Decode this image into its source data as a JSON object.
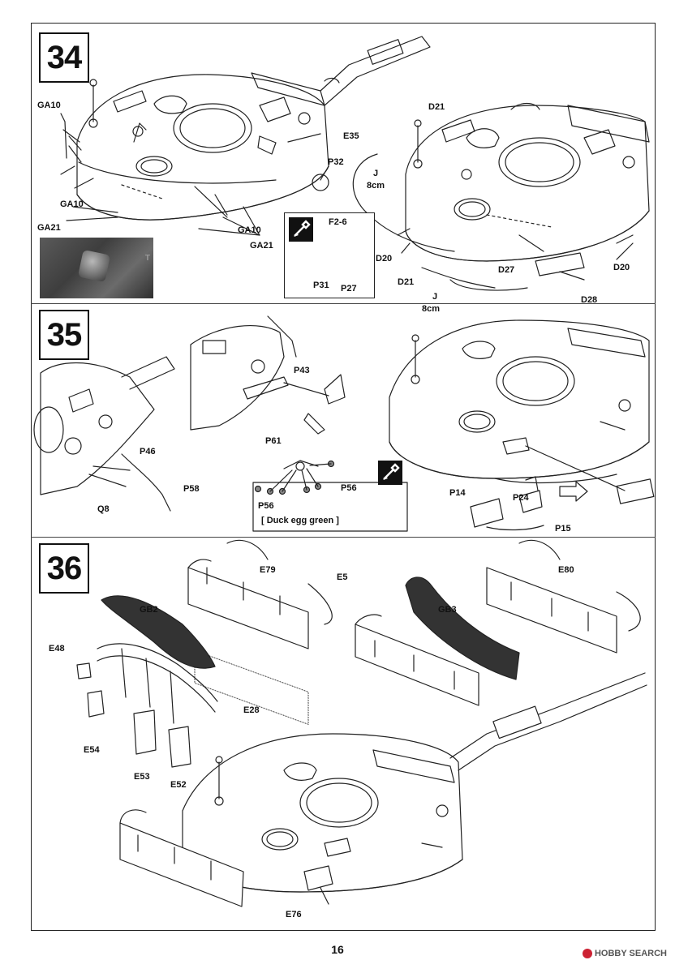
{
  "steps": [
    {
      "number": "34"
    },
    {
      "number": "35"
    },
    {
      "number": "36"
    }
  ],
  "step34": {
    "labels": {
      "ga10_a": "GA10",
      "ga10_b": "GA10",
      "ga10_c": "GA10",
      "ga21_a": "GA21",
      "ga21_b": "GA21",
      "e35": "E35",
      "p32": "P32",
      "d21_a": "D21",
      "d21_b": "D21",
      "j_a": "J",
      "j_a_len": "8cm",
      "j_b": "J",
      "j_b_len": "8cm",
      "d20_a": "D20",
      "d20_b": "D20",
      "d27": "D27",
      "d28": "D28"
    },
    "inset": {
      "f26": "F2-6",
      "p31": "P31",
      "p27": "P27"
    },
    "photo_text": "T"
  },
  "step35": {
    "labels": {
      "p43": "P43",
      "p46": "P46",
      "p58": "P58",
      "q8": "Q8",
      "p61": "P61",
      "p56_a": "P56",
      "p56_b": "P56",
      "p14": "P14",
      "p24": "P24",
      "p15": "P15"
    },
    "color_note": "[ Duck egg green ]"
  },
  "step36": {
    "labels": {
      "e79": "E79",
      "e5": "E5",
      "e80": "E80",
      "gb2": "GB2",
      "gb3": "GB3",
      "e48": "E48",
      "e28": "E28",
      "e54": "E54",
      "e53": "E53",
      "e52": "E52",
      "e76": "E76"
    }
  },
  "footer": {
    "page_number": "16",
    "watermark": "HOBBY SEARCH"
  },
  "colors": {
    "line": "#222222",
    "paint_icon": "#111111",
    "duck_egg_dot": "#8a8a8a"
  }
}
